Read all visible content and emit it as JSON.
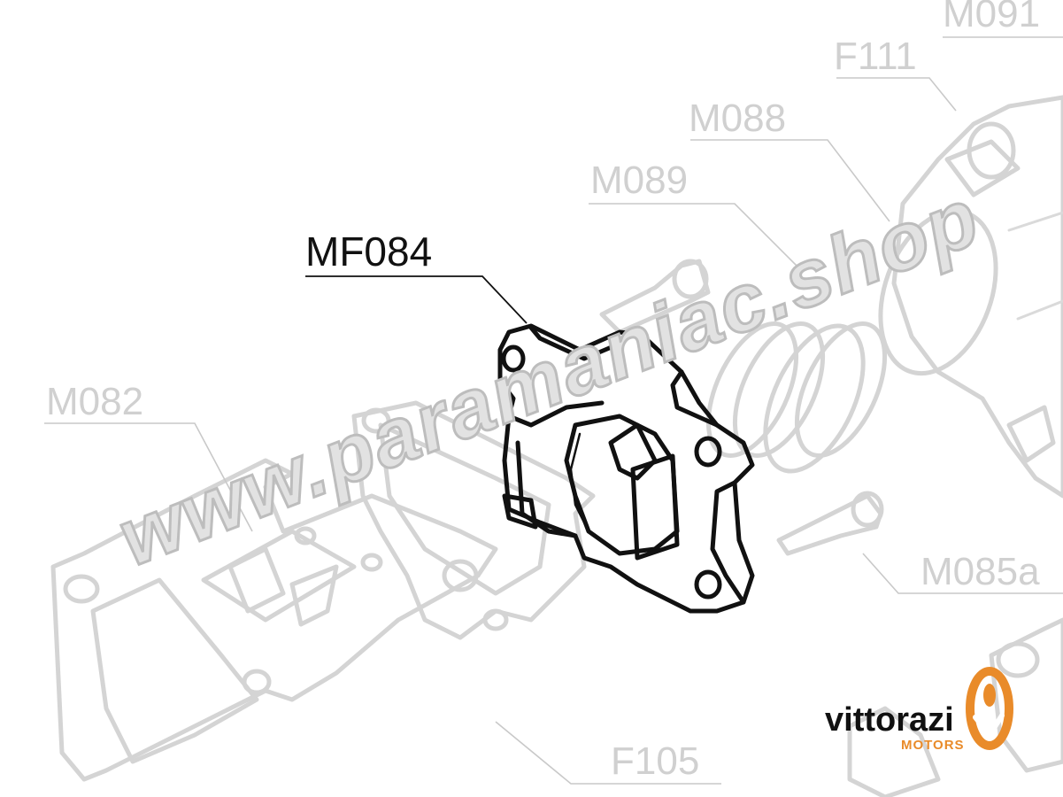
{
  "diagram": {
    "labels": {
      "m091": "M091",
      "f111": "F111",
      "m088": "M088",
      "m089": "M089",
      "mf084": "MF084",
      "m082": "M082",
      "m085a": "M085a",
      "f105": "F105"
    },
    "highlighted_part": "MF084"
  },
  "watermark": {
    "text": "www.paramaniac.shop"
  },
  "brand": {
    "name": "vittorazi",
    "sub": "MOTORS",
    "accent_color": "#e98b2a"
  }
}
